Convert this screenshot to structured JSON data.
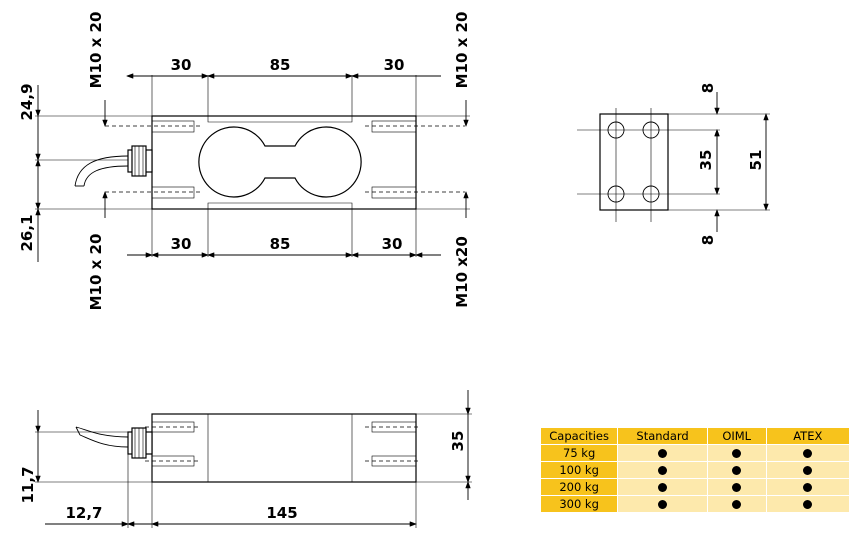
{
  "dims": {
    "top_left": "30",
    "top_mid": "85",
    "top_right": "30",
    "bot_left": "30",
    "bot_mid": "85",
    "bot_right": "30",
    "h_top": "24,9",
    "h_bot": "26,1",
    "thread_tl": "M10 x 20",
    "thread_bl": "M10 x 20",
    "thread_tr": "M10 x 20",
    "thread_br": "M10 x20",
    "end_8_top": "8",
    "end_35": "35",
    "end_51": "51",
    "end_8_bot": "8",
    "side_35": "35",
    "side_117": "11,7",
    "side_127": "12,7",
    "side_145": "145"
  },
  "table": {
    "headers": [
      "Capacities",
      "Standard",
      "OIML",
      "ATEX"
    ],
    "rows": [
      {
        "capacity": "75 kg",
        "standard": true,
        "oiml": true,
        "atex": true
      },
      {
        "capacity": "100 kg",
        "standard": true,
        "oiml": true,
        "atex": true
      },
      {
        "capacity": "200 kg",
        "standard": true,
        "oiml": true,
        "atex": true
      },
      {
        "capacity": "300 kg",
        "standard": true,
        "oiml": true,
        "atex": true
      }
    ],
    "colors": {
      "header": "#f7c31c",
      "cell": "#fde9ac",
      "dot": "#000000"
    }
  }
}
